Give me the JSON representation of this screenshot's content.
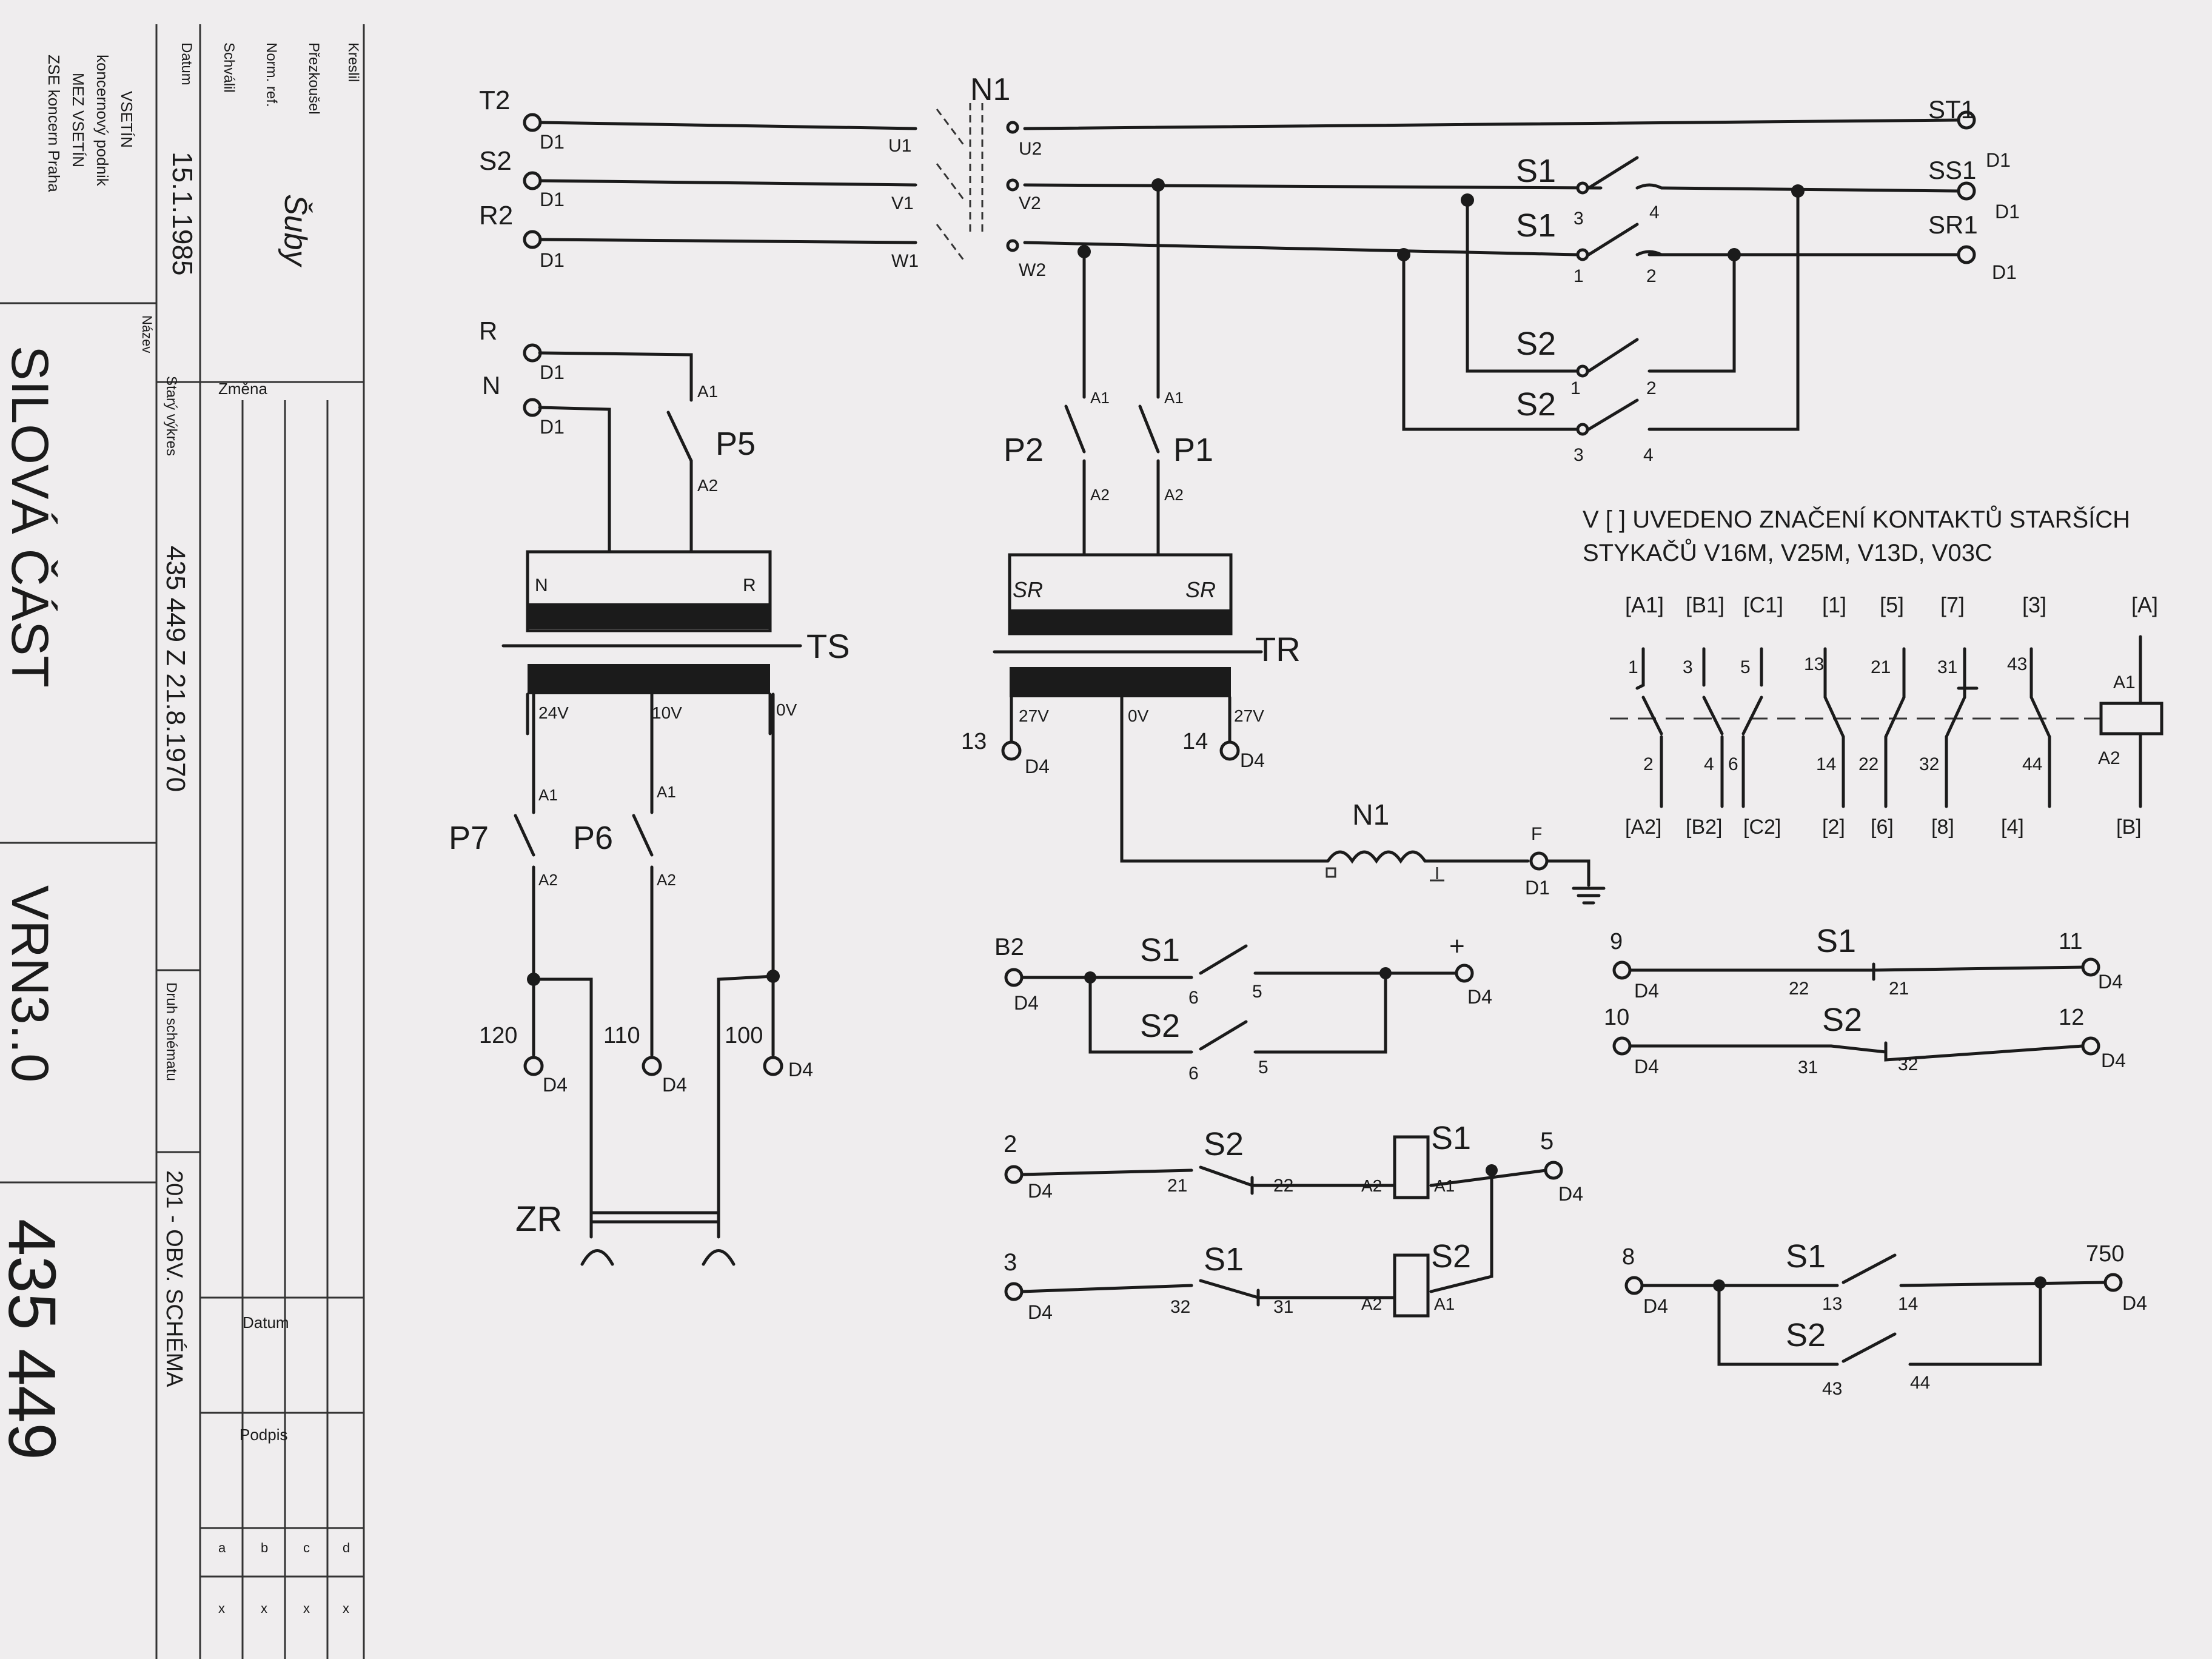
{
  "colors": {
    "paper": "#efedee",
    "ink": "#1b1b1b",
    "stamp_ink": "#3b3a8c"
  },
  "title_block": {
    "organisation_lines": [
      "ZSE koncern Praha",
      "MEZ VSETÍN",
      "koncernový podnik",
      "VSETÍN"
    ],
    "field_labels": [
      "Kreslil",
      "Přezkoušel",
      "Norm. ref.",
      "Schválil",
      "Datum"
    ],
    "date": "15.1.1985",
    "signature": "Šuby",
    "name_label": "Název",
    "title": "SILOVÁ ČÁST",
    "type": "VRN3..0",
    "drawing_number": "435 449",
    "change_header": "Změna",
    "old_drawing_label": "Starý výkres",
    "old_drawing_value": "435 449 Z 21.8.1970",
    "scheme_type_label": "Druh schématu",
    "scheme_type_value": "201 - OBV. SCHÉMA",
    "col_date": "Datum",
    "col_sign": "Podpis",
    "change_cols": [
      "a",
      "b",
      "c",
      "d"
    ],
    "change_marks": [
      "x",
      "x",
      "x",
      "x"
    ]
  },
  "inputs": {
    "T2": "T2",
    "S2": "S2",
    "R2": "R2",
    "R": "R",
    "N": "N",
    "D1": "D1",
    "U1": "U1",
    "V1": "V1",
    "W1": "W1",
    "U2": "U2",
    "V2": "V2",
    "W2": "W2"
  },
  "outputs": {
    "ST1": "ST1",
    "SS1": "SS1",
    "SR1": "SR1",
    "D1": "D1"
  },
  "components": {
    "N1": "N1",
    "S1": "S1",
    "S2": "S2",
    "P1": "P1",
    "P2": "P2",
    "P5": "P5",
    "P6": "P6",
    "P7": "P7",
    "TS": "TS",
    "TR": "TR",
    "ZR": "ZR",
    "A1": "A1",
    "A2": "A2",
    "ts_left": "N",
    "ts_right": "R",
    "tr_left": "SR",
    "tr_right": "SR",
    "ts_taps": [
      "24V",
      "10V",
      "0V"
    ],
    "tr_taps": [
      "27V",
      "0V",
      "27V"
    ],
    "ts_outputs": [
      "120",
      "110",
      "100"
    ],
    "tr_outputs": [
      "13",
      "14"
    ],
    "d4": "D4",
    "F": "F"
  },
  "main_contacts": {
    "s1_top": [
      "3",
      "4"
    ],
    "s1_bottom": [
      "1",
      "2"
    ],
    "s2_top": [
      "1",
      "2"
    ],
    "s2_bottom": [
      "3",
      "4"
    ]
  },
  "note": {
    "line1": "V [ ] UVEDENO ZNAČENÍ KONTAKTŮ STARŠÍCH",
    "line2": "STYKAČŮ  V16M, V25M, V13D, V03C"
  },
  "legend": {
    "brackets_top": [
      "[A1]",
      "[B1]",
      "[C1]",
      "[1]",
      "[5]",
      "[7]",
      "[3]",
      "[A]"
    ],
    "numbers_top": [
      "1",
      "3",
      "5",
      "13",
      "21",
      "31",
      "43",
      "A1"
    ],
    "numbers_bottom": [
      "2",
      "4",
      "6",
      "14",
      "22",
      "32",
      "44",
      "A2"
    ],
    "brackets_bottom": [
      "[A2]",
      "[B2]",
      "[C2]",
      "[2]",
      "[6]",
      "[8]",
      "[4]",
      "[B]"
    ]
  },
  "ctrl": {
    "b2": "B2",
    "plus": "+",
    "six": "6",
    "five": "5",
    "t2": "2",
    "t3": "3",
    "t5": "5",
    "c21": "21",
    "c22": "22",
    "c32": "32",
    "c31": "31",
    "i9": "9",
    "i10": "10",
    "i11": "11",
    "i12": "12",
    "i8": "8",
    "i750": "750",
    "c13": "13",
    "c14": "14",
    "c43": "43",
    "c44": "44"
  }
}
